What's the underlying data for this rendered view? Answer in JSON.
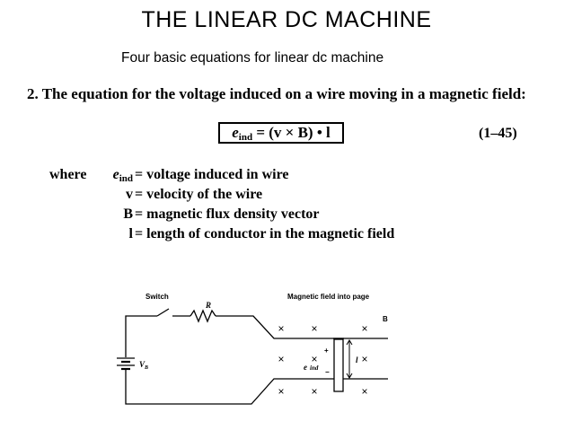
{
  "slide": {
    "title": "THE LINEAR DC MACHINE",
    "subtitle": "Four basic equations for linear dc machine"
  },
  "item": {
    "number": "2.",
    "text": "The equation for the voltage induced on a wire moving in a magnetic field:"
  },
  "equation": {
    "lhs_symbol": "e",
    "lhs_subscript": "ind",
    "rhs": "= (v × B) • l",
    "number": "(1–45)"
  },
  "where_label": "where",
  "definitions": [
    {
      "symbol": "e",
      "subscript": "ind",
      "description": "= voltage induced in wire"
    },
    {
      "symbol": "v",
      "subscript": "",
      "description": "= velocity of the wire"
    },
    {
      "symbol": "B",
      "subscript": "",
      "description": "= magnetic flux density vector"
    },
    {
      "symbol": "l",
      "subscript": "",
      "description": "= length of conductor in the magnetic field"
    }
  ],
  "diagram": {
    "switch_label": "Switch",
    "resistor_label": "R",
    "field_label": "Magnetic field into page",
    "b_label": "B",
    "source_label": "V",
    "source_subscript": "B",
    "emf_label": "e",
    "emf_subscript": "ind",
    "plus": "+",
    "minus": "−",
    "length_label": "l",
    "cross_mark": "×"
  }
}
